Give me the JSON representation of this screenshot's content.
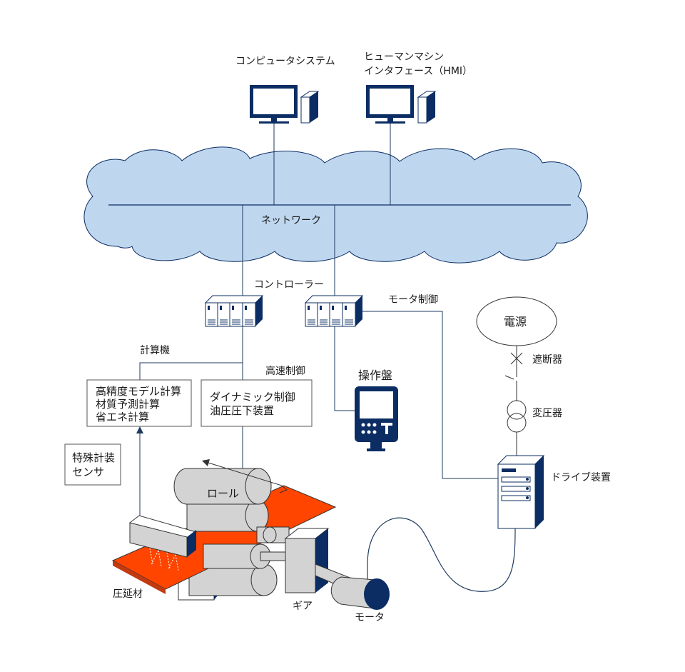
{
  "labels": {
    "computer_system": "コンピュータシステム",
    "hmi_line1": "ヒューマンマシン",
    "hmi_line2": "インタフェース（HMI）",
    "network": "ネットワーク",
    "controller": "コントローラー",
    "motor_control": "モータ制御",
    "power": "電源",
    "breaker": "遮断器",
    "transformer": "変圧器",
    "drive": "ドライブ装置",
    "calculator": "計算機",
    "high_speed": "高速制御",
    "operation_panel": "操作盤",
    "calc_box": [
      "高精度モデル計算",
      "材質予測計算",
      "省エネ計算"
    ],
    "dynamic_box": [
      "ダイナミック制御",
      "油圧圧下装置"
    ],
    "sensor_box": [
      "特殊計装",
      "センサ"
    ],
    "roll": "ロール",
    "rolled_material": "圧延材",
    "gear": "ギア",
    "motor": "モータ"
  },
  "colors": {
    "navy": "#0b2d63",
    "cloud": "#bed7ef",
    "material": "#ff4500",
    "roll": "#d3d3d3"
  }
}
